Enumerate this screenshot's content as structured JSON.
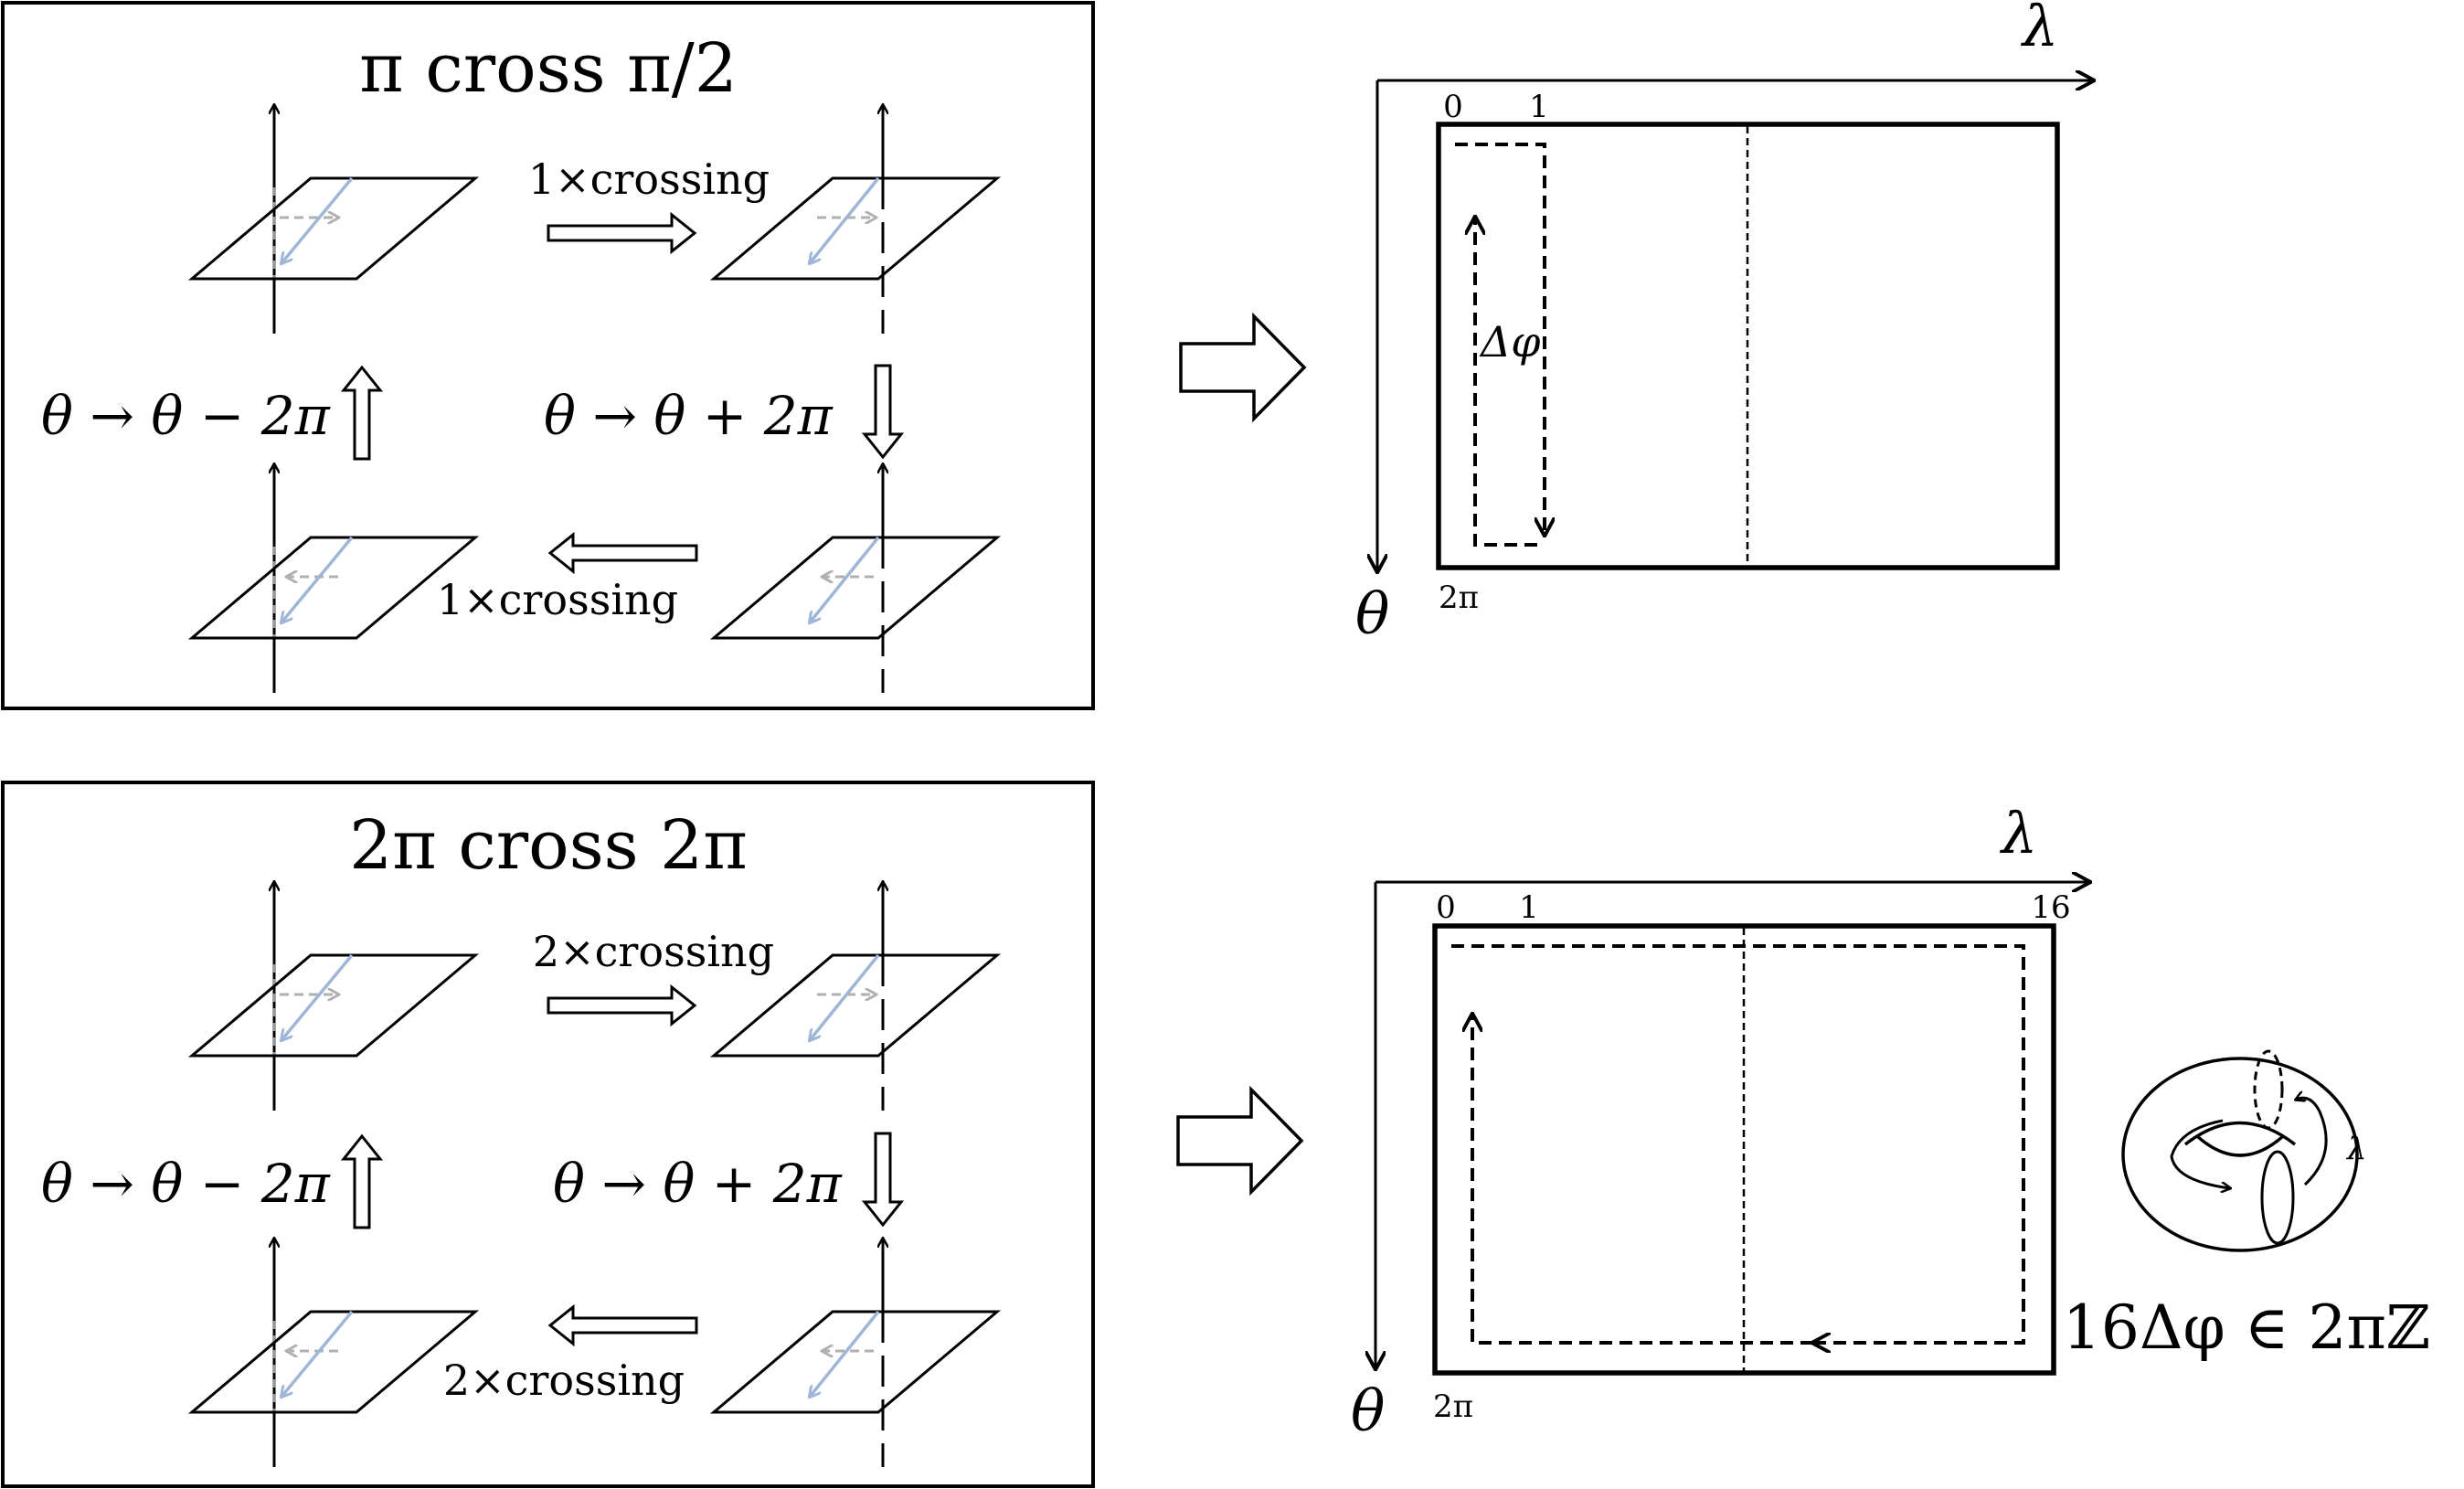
{
  "panels": [
    {
      "title": "π cross π/2",
      "top_crossing": "1×crossing",
      "bottom_crossing": "1×crossing",
      "left_shift": "θ → θ − 2π",
      "right_shift": "θ → θ + 2π"
    },
    {
      "title": "2π cross 2π",
      "top_crossing": "2×crossing",
      "bottom_crossing": "2×crossing",
      "left_shift": "θ → θ − 2π",
      "right_shift": "θ → θ + 2π"
    }
  ],
  "plots": [
    {
      "x_axis": "λ",
      "y_axis": "θ",
      "x_ticks": [
        "0",
        "1"
      ],
      "y_tick": "2π",
      "path_label": "Δφ"
    },
    {
      "x_axis": "λ",
      "y_axis": "θ",
      "x_ticks": [
        "0",
        "1",
        "16"
      ],
      "y_tick": "2π",
      "torus_label": "λ",
      "equation": "16Δφ ∈ 2πℤ"
    }
  ],
  "colors": {
    "stroke": "#000000",
    "vector_blue": "#9fb6d6",
    "vector_gray": "#b0b0b0"
  }
}
